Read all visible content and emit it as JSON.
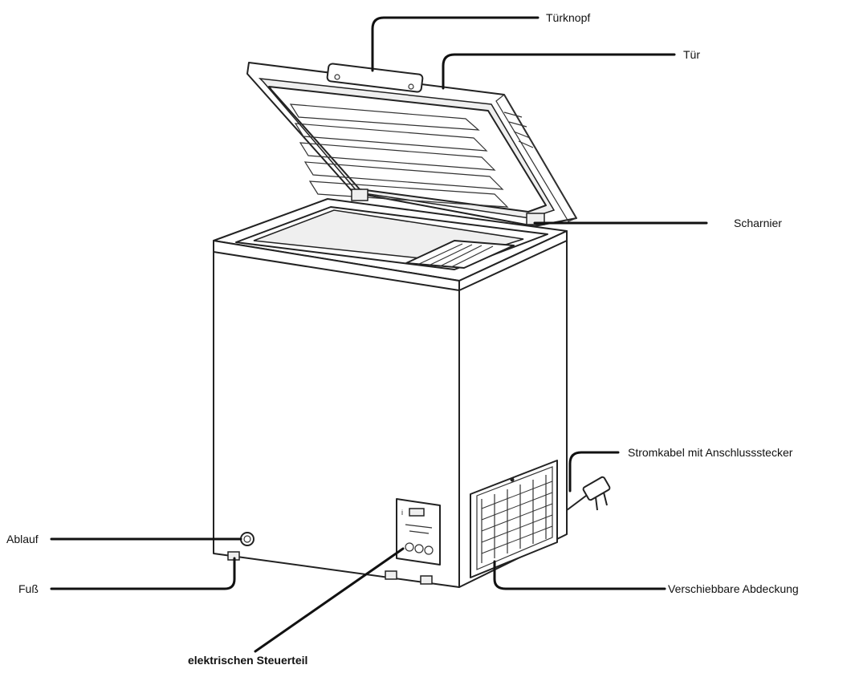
{
  "labels": {
    "tuerknopf": "Türknopf",
    "tuer": "Tür",
    "scharnier": "Scharnier",
    "stromkabel": "Stromkabel mit Anschlussstecker",
    "ablauf": "Ablauf",
    "fuss": "Fuß",
    "abdeckung": "Verschiebbare Abdeckung",
    "steuerteil": "elektrischen Steuerteil"
  },
  "colors": {
    "line": "#111111",
    "body_fill": "#ffffff",
    "shade": "#e9e9e9"
  }
}
